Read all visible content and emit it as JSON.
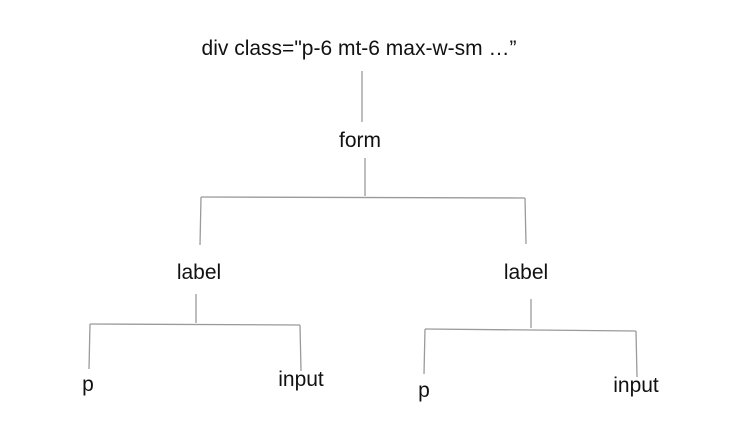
{
  "tree": {
    "root": "div class=\"p-6 mt-6 max-w-sm …”",
    "form": "form",
    "left_label": "label",
    "right_label": "label",
    "left_p": "p",
    "left_input": "input",
    "right_p": "p",
    "right_input": "input"
  },
  "colors": {
    "edges": "#9a9a9a",
    "text": "#111111",
    "background": "#ffffff"
  }
}
